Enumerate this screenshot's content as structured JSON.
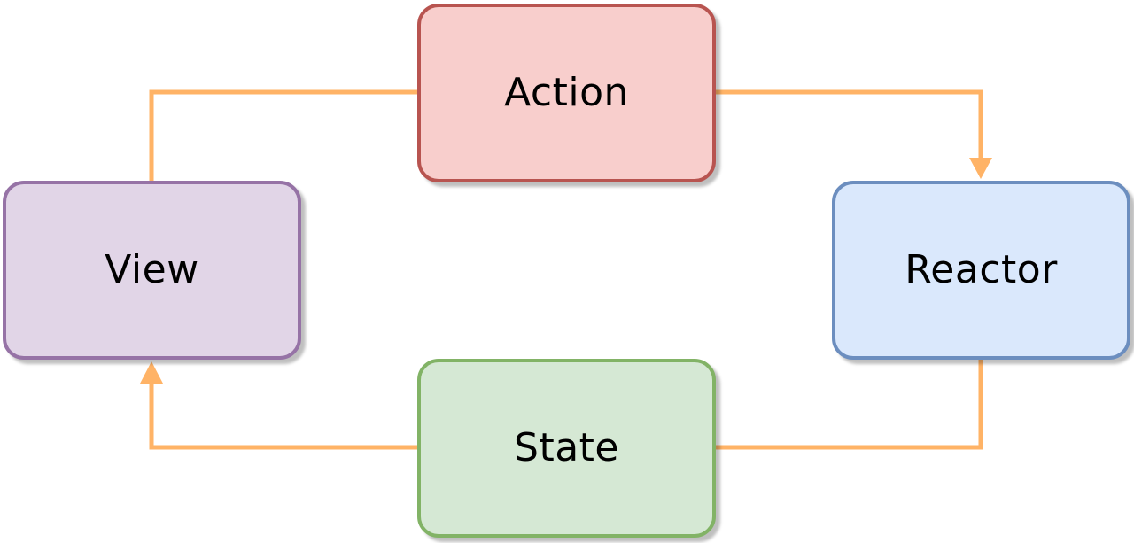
{
  "colors": {
    "connector": "#FFB366",
    "action": {
      "fill": "#F8CECC",
      "stroke": "#B85450"
    },
    "reactor": {
      "fill": "#DAE8FC",
      "stroke": "#6C8EBF"
    },
    "state": {
      "fill": "#D5E8D4",
      "stroke": "#82B366"
    },
    "view": {
      "fill": "#E1D5E7",
      "stroke": "#9673A6"
    }
  },
  "nodes": {
    "action": {
      "label": "Action"
    },
    "reactor": {
      "label": "Reactor"
    },
    "state": {
      "label": "State"
    },
    "view": {
      "label": "View"
    }
  },
  "edges": [
    {
      "from": "action",
      "to": "reactor",
      "arrow": true
    },
    {
      "from": "reactor",
      "to": "state",
      "arrow": false
    },
    {
      "from": "state",
      "to": "view",
      "arrow": true
    },
    {
      "from": "view",
      "to": "action",
      "arrow": false
    }
  ]
}
